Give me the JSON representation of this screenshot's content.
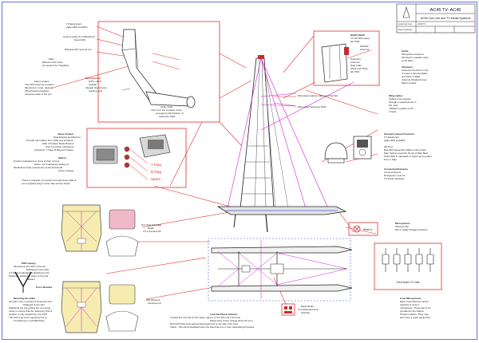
{
  "title_block": {
    "title": "AC45 TV- AC45",
    "subtitle": "AC45 Live-Line and TV Media Systems",
    "small_left": [
      "America's Cup",
      "Event Authority",
      "AC45 TV"
    ]
  },
  "colors": {
    "annotation_red": "#e03030",
    "leader_pink": "#d020d0",
    "boat_dark": "#2a2a2a",
    "deck_blue": "#3a5fd0",
    "paper_yellow": "#f6ecb0",
    "canopy_pink": "#f0b8c8",
    "frame_blue": "#5b7bd8"
  },
  "labels": {
    "tv_equipment": [
      "TV Equipment",
      "Agile HDD Live/RFn"
    ],
    "custom_audio": [
      "Custom Audio & C Mainboard",
      "Sound Mic"
    ],
    "wireless_mic": "Wireless Mic receiver (C)",
    "hand_cameras": [
      "Mast",
      "Bolted in with Hose",
      "As secured for Travelling"
    ],
    "mast_location": [
      "Mast Location",
      "The GPS Antenna Location",
      "Mounted on mast, clear of",
      "Other/Guard operating",
      "antennas clear of the yes"
    ],
    "gps_antenna": [
      "GPS Antenna",
      "GPS + GLO",
      "Cellular",
      "Integral 4G Antenna",
      "tracking, and"
    ],
    "strain_tube": [
      "Strain Tube",
      "This is for the Location of the",
      "emergency RF Module - in",
      "Telemetry POD"
    ],
    "base_camera": [
      "Base Camera",
      "Data Display and Buttons",
      "Provide Information from POD and Graphics",
      "With 3 Position Mode Buttons",
      "And 3 Function Indications",
      "Functions: Y Flag, B Flag and 'Spare'"
    ],
    "switch": [
      "Switch",
      "Position Indications to Crew of their current",
      "action, from Hardware Setting of",
      "GE Buttons Fully recessed to avoid accidental",
      "button presses"
    ],
    "switch_note": [
      "These is required to provide a through deck cable in",
      "your supplied plug to other side access below"
    ],
    "flags": [
      "Y Flag",
      "B Flag",
      "Spare"
    ],
    "top_right_mount": [
      "MAST HEAD",
      "TV HF Microwave",
      "HF POD",
      "RADAR",
      "Antenna"
    ],
    "telemetry": [
      "Telemetry",
      "Antenna",
      "Data radio",
      "(Data and POD)",
      "HF POD"
    ],
    "audio": [
      "Audio",
      "Microphone Antenna",
      "Mounted in weather clear",
      "of Jib Main"
    ],
    "telemetry_right": [
      "Telemetry",
      "Antenna mounted on Top",
      "of mast to Mounts Radio",
      "and Fiber to Mast",
      "Antenna Shielded Coax",
      "Mast Located"
    ],
    "wing_cables": [
      "Wing cables",
      "Cables to be passed",
      "through a supplied hole in",
      "the mast",
      "TMSSO Located on Pin",
      "7 Rods"
    ],
    "mast_cable": "Microwave feature cable runs Par Kits",
    "mast_head_pod": "Mast Head Telemetry POD",
    "onboard_camera": [
      "Onboard camera Positions",
      "TV Equipment",
      "Agile HDD Live/RFn",
      "HD Pod",
      "Bow Bolt Speed Rim 500mm all of there",
      "Main Splice Level Par Kit all of Main Mast",
      "POD Mark in Indicated of Track can be either",
      "Port or Side"
    ],
    "cameras_note": [
      "Connection/Cameras",
      "Camera Mounts",
      "Designed in sets for",
      "TV Power flexibility"
    ],
    "rear_side_fairleads": [
      "Port Side Fairleads",
      "Radio",
      "TV 1 Camera RF"
    ],
    "microphones": [
      "Microphones",
      "Wireless Mic",
      "Mic to Spillion Pages positions"
    ],
    "rf_box": "Wires A",
    "pod_canopy": [
      "POD canopy",
      "Mounted at the back of the aft",
      "Bulkhead in the Hulls",
      "A 4 Stayed standard is attached to the",
      "bulkhead, allowing 2 stays to the pod",
      "aftbeam"
    ],
    "pod_system": [
      "Mounting the Hulls",
      "All pod's once mounted is Protected and",
      "Strapped to the Hull",
      "Additional are are exiting pin, are being",
      "using to ensure that the Telemetry Pod is",
      "position is only supplied by the GPS",
      "This will need to be supplied prior to",
      "completing to a 30 MB Route"
    ],
    "pod_bracket": "Pod 1 Bracket",
    "antenna_b": [
      "Crew Audio TV Units"
    ],
    "crew_mics": [
      "Crew Microphones",
      "Each Crew Member will be",
      "required to wear a",
      "microphone. These kits to be",
      "provided to the Nature",
      "Position Cables. They may",
      "also have a great equipment"
    ],
    "wifi_box": [
      "Wifi Wireless",
      "Camera pod"
    ],
    "mesh_radio": [
      "Mesh Radio",
      "Unit Starboard Pod",
      "indicator"
    ],
    "track_note": [
      "Look Out Panels Indicator",
      "Located Port and Stb on Port beam, approx. In the shift end of the boat",
      "Please Note Colour change above fill not to",
      "Mount 8th Fleet at its approximate height and on the side of the boat",
      "Yellow - This will be illustrated when the Hand has one in over outstanding Procedure"
    ]
  }
}
